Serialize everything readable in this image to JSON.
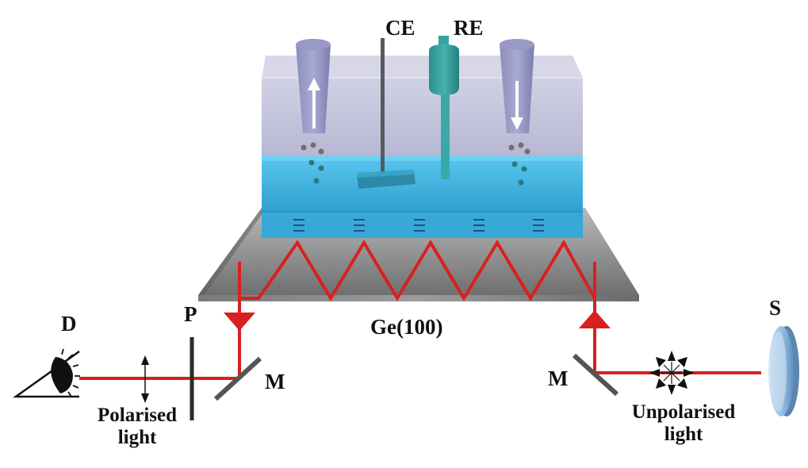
{
  "labels": {
    "ce": "CE",
    "re": "RE",
    "substrate": "Ge(100)",
    "detector": "D",
    "polariser": "P",
    "mirror_left": "M",
    "mirror_right": "M",
    "source": "S",
    "polarised_line1": "Polarised",
    "polarised_line2": "light",
    "unpolarised_line1": "Unpolarised",
    "unpolarised_line2": "light"
  },
  "colors": {
    "beam": "#d91f1f",
    "electrolyte": "#3aaedc",
    "cell_glass": "#b8b9d6",
    "prism": "#8a8a8a",
    "reference_electrode": "#2e9a98",
    "source": "#8fb8de"
  },
  "icons": {
    "detector": "eye-icon",
    "flow_in": "arrow-up-icon",
    "flow_out": "arrow-down-icon",
    "unpolarised": "starburst-icon",
    "polarised": "double-arrow-icon"
  }
}
